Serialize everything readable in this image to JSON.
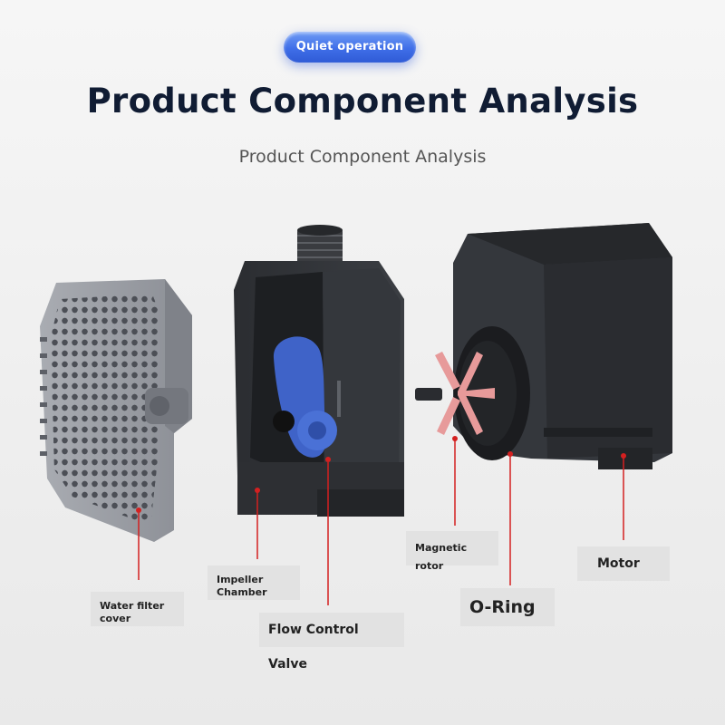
{
  "badge": {
    "label": "Quiet operation"
  },
  "heading": {
    "title": "Product Component Analysis",
    "subtitle": "Product Component Analysis"
  },
  "labels": {
    "water_filter_cover": "Water filter cover",
    "impeller_chamber": "Impeller Chamber",
    "flow_control_valve": "Flow Control Valve",
    "magnetic_rotor": "Magnetic rotor",
    "o_ring": "O-Ring",
    "motor": "Motor"
  },
  "colors": {
    "badge_blue": "#3f6ee8",
    "title_navy": "#101c33",
    "pointer_red": "#d42020",
    "label_bg": "#e2e2e2"
  }
}
